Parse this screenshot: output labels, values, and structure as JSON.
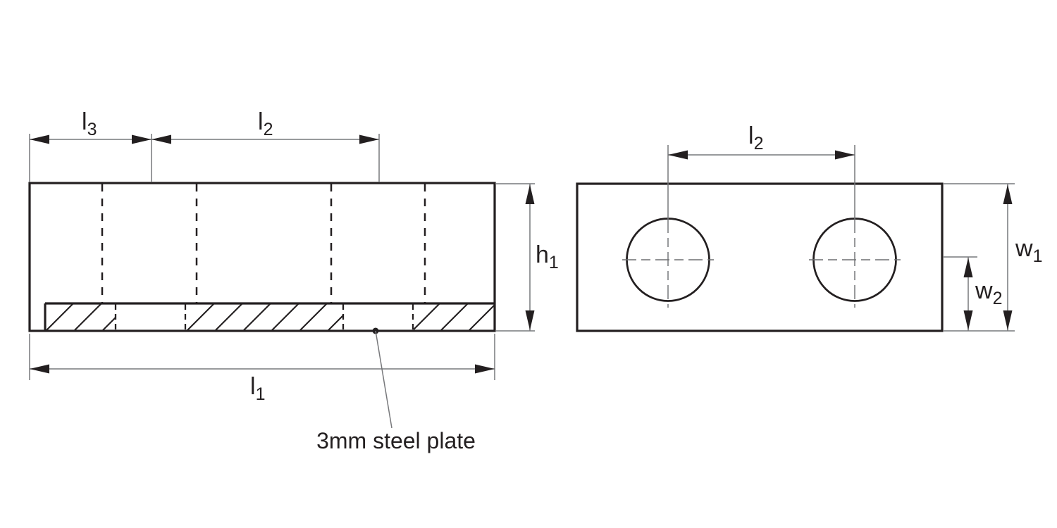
{
  "note": {
    "steel_plate": "3mm steel plate"
  },
  "labels": {
    "l1": {
      "main": "l",
      "sub": "1"
    },
    "l2": {
      "main": "l",
      "sub": "2"
    },
    "l3": {
      "main": "l",
      "sub": "3"
    },
    "h1": {
      "main": "h",
      "sub": "1"
    },
    "w1": {
      "main": "w",
      "sub": "1"
    },
    "w2": {
      "main": "w",
      "sub": "2"
    }
  },
  "colors": {
    "object_outline": "#231f20",
    "dimension_line": "#77787b",
    "background": "#ffffff"
  }
}
